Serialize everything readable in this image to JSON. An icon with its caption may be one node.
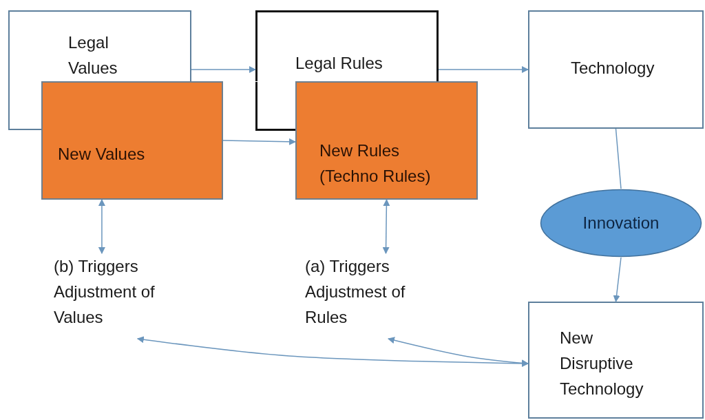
{
  "diagram": {
    "nodes": [
      {
        "text": [
          "Legal Values"
        ]
      },
      {
        "text": [
          "New Values"
        ]
      },
      {
        "text": [
          "Legal Rules"
        ]
      },
      {
        "text": [
          "New Rules (Techno Rules)"
        ]
      },
      {
        "text": [
          "Technology"
        ]
      },
      {
        "text": [
          "Innovation"
        ]
      },
      {
        "text": [
          "New Disruptive Technology"
        ]
      },
      {
        "text": [
          "(b) Triggers Adjustment of Values"
        ]
      },
      {
        "text": [
          "(a) Triggers Adjustmest of Rules"
        ]
      }
    ],
    "edges": [
      {
        "from": 0,
        "to": 2,
        "arrow": "to"
      },
      {
        "from": 2,
        "to": 4,
        "arrow": "to"
      },
      {
        "from": 1,
        "to": 3,
        "arrow": "to"
      },
      {
        "from": 1,
        "to": 7,
        "arrow": "both"
      },
      {
        "from": 3,
        "to": 8,
        "arrow": "both"
      },
      {
        "from": 4,
        "to": 5,
        "arrow": "none"
      },
      {
        "from": 5,
        "to": 6,
        "arrow": "to"
      },
      {
        "from": 6,
        "to": 7,
        "arrow": "both"
      },
      {
        "from": 6,
        "to": 8,
        "arrow": "both"
      }
    ]
  }
}
